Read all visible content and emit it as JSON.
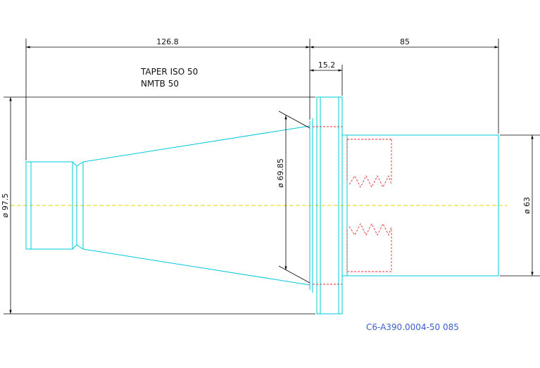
{
  "dimensions": {
    "overall_left": "126.8",
    "overall_right": "85",
    "flange": "15.2",
    "left_diameter": "ø 97.5",
    "taper_diameter": "ø 69.85",
    "right_diameter": "ø 63"
  },
  "notes": {
    "line1": "TAPER ISO 50",
    "line2": "NMTB 50"
  },
  "part_number": "C6-A390.0004-50 085",
  "colors": {
    "body": "#00c8d8",
    "dimension": "#000000",
    "thread": "#e03030",
    "axis": "#e6d400",
    "part_number": "#3a5fd0"
  }
}
